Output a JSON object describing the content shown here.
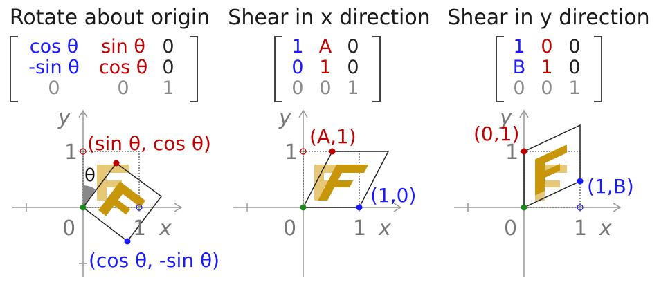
{
  "colors": {
    "blue": "#1a1aff",
    "red": "#c00000",
    "black": "#222222",
    "gray": "#8a8a8a",
    "glyph": "#c8960a",
    "glyph_light": "#e6c877",
    "green": "#1b8a1b"
  },
  "panels": [
    {
      "title": "Rotate about origin",
      "matrix": [
        [
          "cos θ",
          "sin θ",
          "0"
        ],
        [
          "-sin θ",
          "cos θ",
          "0"
        ],
        [
          "0",
          "0",
          "1"
        ]
      ],
      "axes": {
        "x": "x",
        "y": "y",
        "origin": "0",
        "one_x": "1",
        "one_y": "1"
      },
      "points": [
        {
          "label": "(sin θ, cos θ)",
          "color": "red"
        },
        {
          "label": "(cos θ, -sin θ)",
          "color": "blue"
        }
      ],
      "angle": "θ"
    },
    {
      "title": "Shear in x direction",
      "matrix": [
        [
          "1",
          "A",
          "0"
        ],
        [
          "0",
          "1",
          "0"
        ],
        [
          "0",
          "0",
          "1"
        ]
      ],
      "axes": {
        "x": "x",
        "y": "y",
        "origin": "0",
        "one_x": "1",
        "one_y": "1"
      },
      "points": [
        {
          "label": "(A,1)",
          "color": "red"
        },
        {
          "label": "(1,0)",
          "color": "blue"
        }
      ]
    },
    {
      "title": "Shear in y direction",
      "matrix": [
        [
          "1",
          "0",
          "0"
        ],
        [
          "B",
          "1",
          "0"
        ],
        [
          "0",
          "0",
          "1"
        ]
      ],
      "axes": {
        "x": "x",
        "y": "y",
        "origin": "0",
        "one_x": "1",
        "one_y": "1"
      },
      "points": [
        {
          "label": "(0,1)",
          "color": "red"
        },
        {
          "label": "(1,B)",
          "color": "blue"
        }
      ]
    }
  ]
}
